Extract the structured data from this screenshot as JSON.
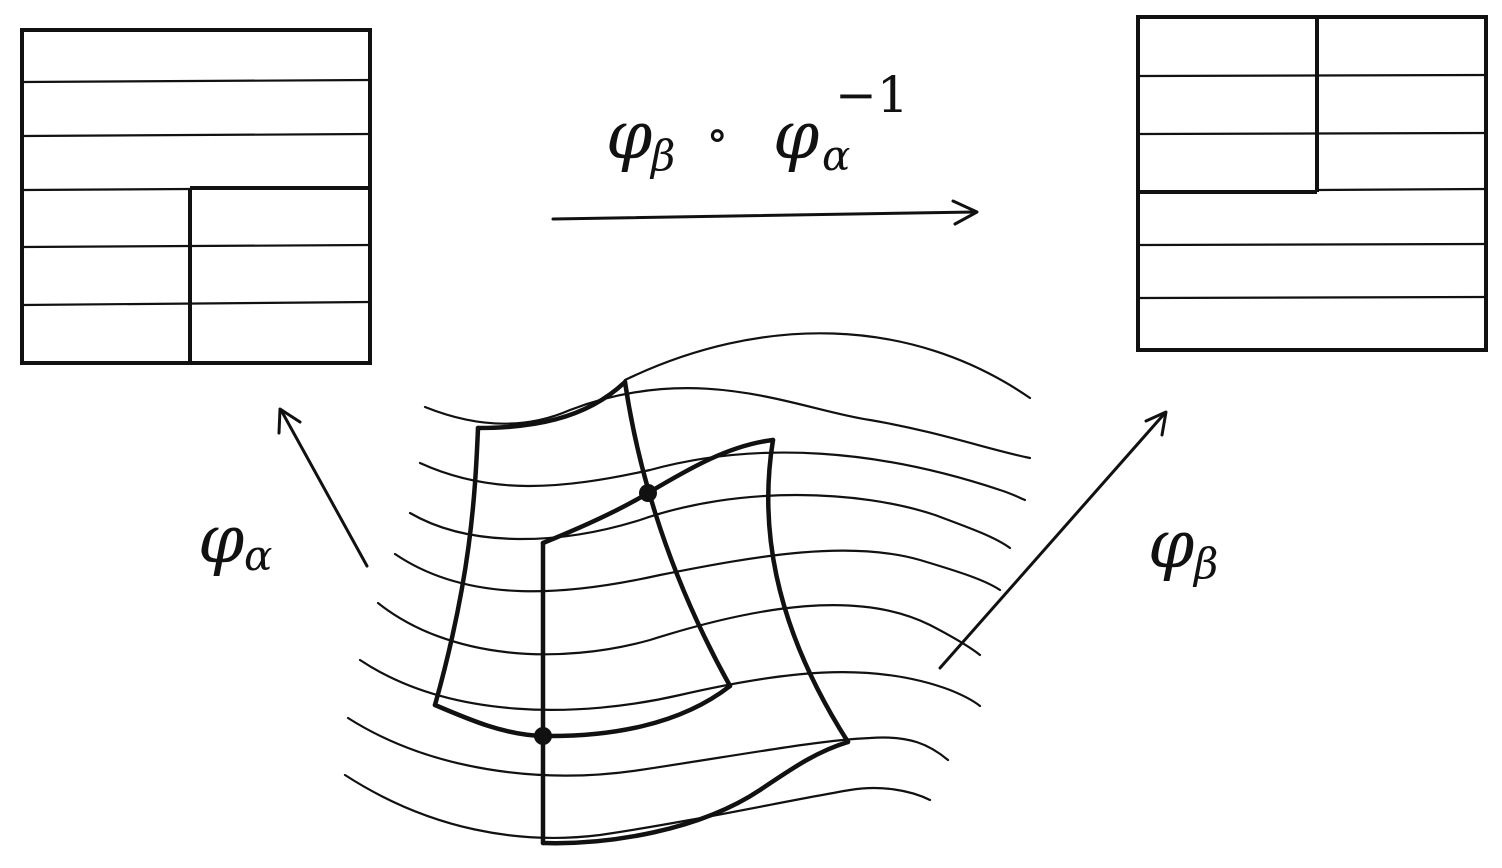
{
  "labels": {
    "transition_main": "φ",
    "transition_sub_beta": "β",
    "compose": "∘",
    "transition_main2": "φ",
    "transition_sub_alpha": "α",
    "transition_sup": "−1",
    "left_map_main": "φ",
    "left_map_sub": "α",
    "right_map_main": "φ",
    "right_map_sub": "β"
  },
  "icons": {
    "left_chart": "rectangle-grid",
    "right_chart": "rectangle-grid",
    "manifold": "curved-grid-patch",
    "arrows": "arrow"
  },
  "colors": {
    "ink": "#111111",
    "background": "#ffffff"
  }
}
